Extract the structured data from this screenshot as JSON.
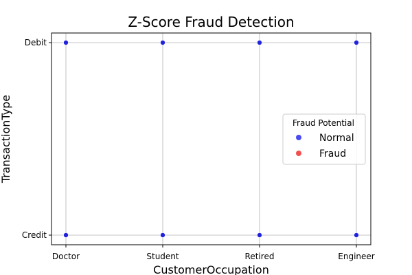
{
  "chart_data": {
    "type": "scatter",
    "title": "Z-Score Fraud Detection",
    "xlabel": "CustomerOccupation",
    "ylabel": "TransactionType",
    "x_categories": [
      "Doctor",
      "Student",
      "Retired",
      "Engineer"
    ],
    "y_categories": [
      "Credit",
      "Debit"
    ],
    "grid": true,
    "legend": {
      "title": "Fraud Potential",
      "placement": "center-right",
      "entries": [
        {
          "label": "Normal",
          "color": "#4a4af0"
        },
        {
          "label": "Fraud",
          "color": "#f05050"
        }
      ]
    },
    "series": [
      {
        "name": "Normal",
        "color": "#2222dd",
        "points": [
          {
            "x": "Doctor",
            "y": "Debit"
          },
          {
            "x": "Student",
            "y": "Debit"
          },
          {
            "x": "Retired",
            "y": "Debit"
          },
          {
            "x": "Engineer",
            "y": "Debit"
          },
          {
            "x": "Doctor",
            "y": "Credit"
          },
          {
            "x": "Student",
            "y": "Credit"
          },
          {
            "x": "Retired",
            "y": "Credit"
          },
          {
            "x": "Engineer",
            "y": "Credit"
          }
        ]
      },
      {
        "name": "Fraud",
        "color": "#f05050",
        "points": []
      }
    ]
  }
}
